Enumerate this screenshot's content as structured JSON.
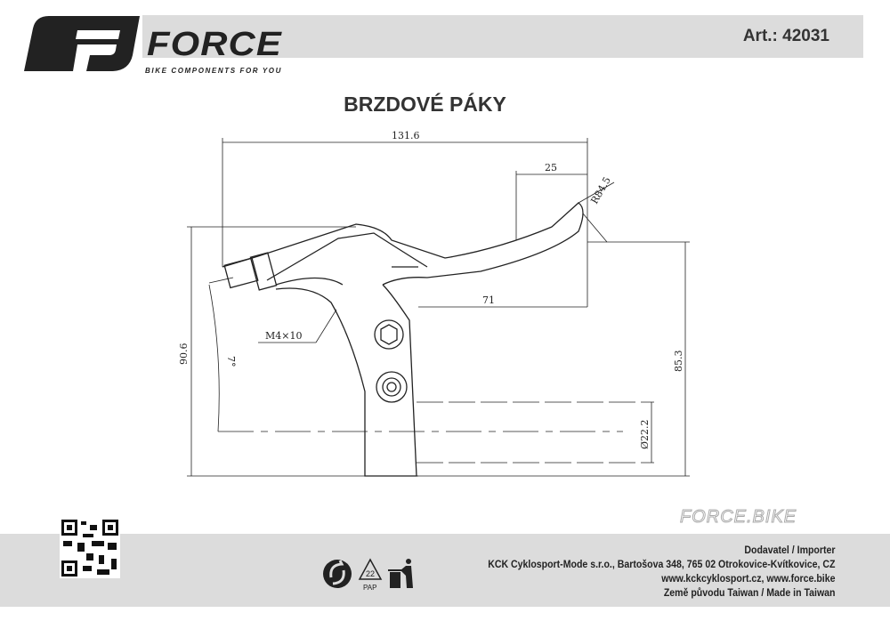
{
  "header": {
    "brand": "FORCE",
    "tagline": "BIKE COMPONENTS FOR YOU",
    "article": "Art.: 42031"
  },
  "title": "BRZDOVÉ PÁKY",
  "drawing": {
    "dimensions": {
      "total_length": "131.6",
      "tip_width": "25",
      "radius": "R84.5",
      "reach": "71",
      "height_left": "90.6",
      "angle": "7°",
      "screw": "M4×10",
      "height_right": "85.3",
      "clamp_diameter": "Ø22.2"
    }
  },
  "footer": {
    "site_logo": "FORCE.BIKE",
    "importer_label": "Dodavatel / Importer",
    "address": "KCK Cyklosport-Mode s.r.o., Bartošova 348, 765 02 Otrokovice-Kvítkovice, CZ",
    "websites": "www.kckcyklosport.cz, www.force.bike",
    "origin": "Země původu Taiwan / Made in Taiwan",
    "recycling_code": "22",
    "recycling_material": "PAP"
  },
  "icons": [
    "green-dot-icon",
    "recycling-pap-icon",
    "trash-bin-person-icon",
    "qr-code"
  ]
}
